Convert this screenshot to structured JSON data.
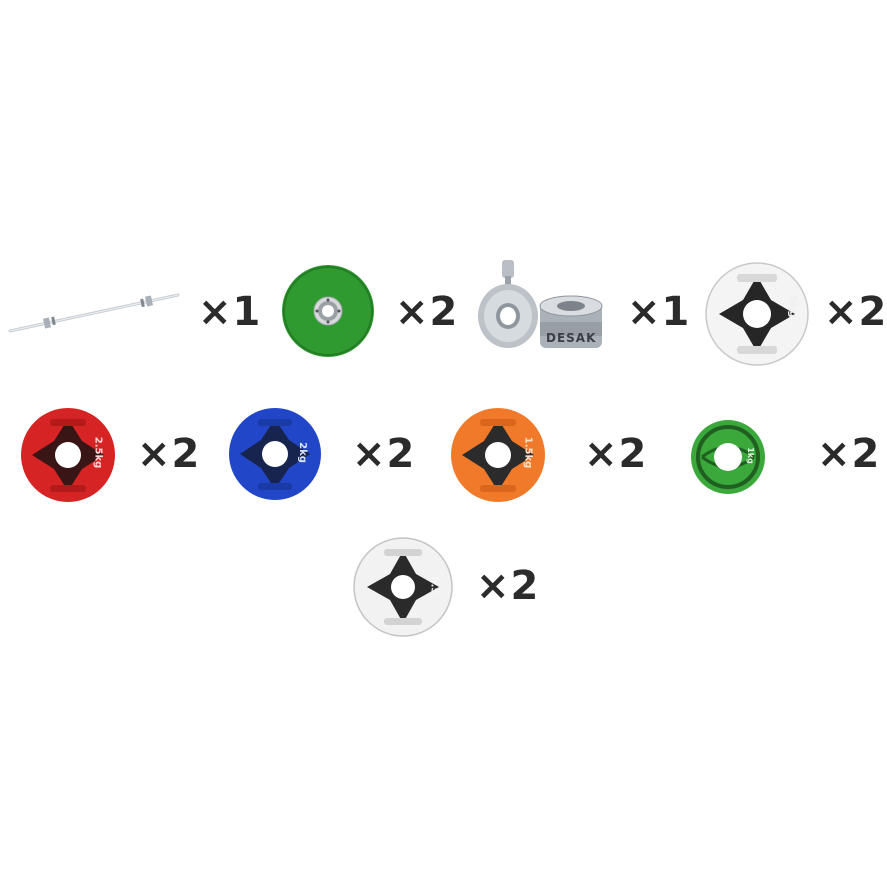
{
  "items": [
    {
      "name": "barbell",
      "quantity": "×1"
    },
    {
      "name": "green-bumper-plate",
      "quantity": "×2",
      "color": "#2f9a2f"
    },
    {
      "name": "collars",
      "quantity": "×1",
      "label": "DESAK"
    },
    {
      "name": "white-5kg-plate",
      "quantity": "×2",
      "color": "#f4f4f4",
      "label": "5kg"
    },
    {
      "name": "red-2.5kg-plate",
      "quantity": "×2",
      "color": "#d62323",
      "label": "2.5kg"
    },
    {
      "name": "blue-2kg-plate",
      "quantity": "×2",
      "color": "#2146c8",
      "label": "2kg"
    },
    {
      "name": "orange-1.5kg-plate",
      "quantity": "×2",
      "color": "#f07a2a",
      "label": "1.5kg"
    },
    {
      "name": "green-1kg-plate",
      "quantity": "×2",
      "color": "#3aa83a",
      "label": "1kg"
    },
    {
      "name": "white-0.5kg-plate",
      "quantity": "×2",
      "color": "#f2f2f2",
      "label": "0.5"
    }
  ]
}
